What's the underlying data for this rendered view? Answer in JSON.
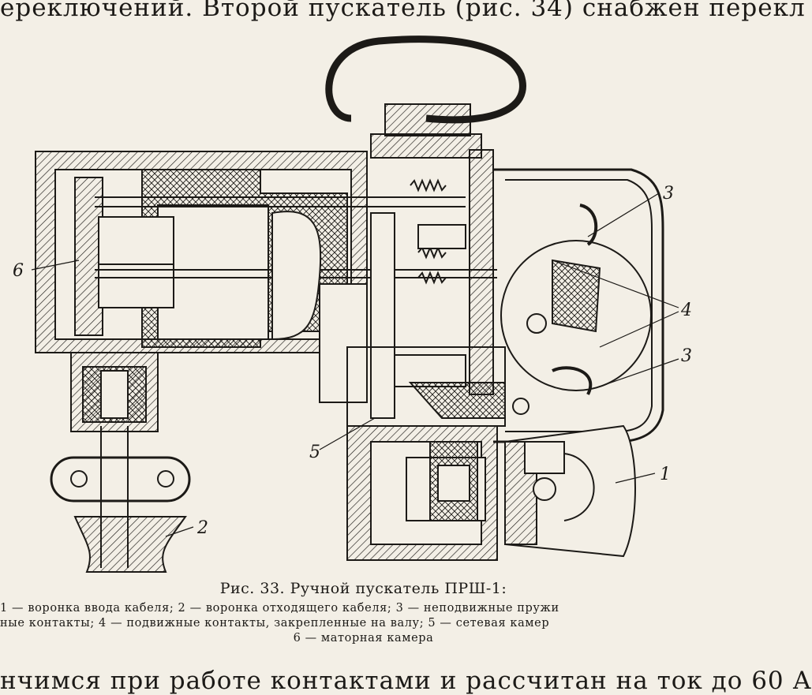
{
  "page": {
    "top_text": "ереключений. Второй пускатель (рис. 34) снабжен перекл",
    "bottom_text": "нчимся при работе контактами и рассчитан на ток до 60 А"
  },
  "figure": {
    "caption": "Рис. 33. Ручной пускатель ПРШ-1:",
    "legend_lines": [
      "1 — воронка ввода кабеля; 2 — воронка отходящего кабеля; 3 — неподвижные пружи",
      "ные контакты; 4 — подвижные контакты, закрепленные на валу; 5 — сетевая камер",
      "6 — маторная камера"
    ],
    "labels": {
      "l1": "1",
      "l2": "2",
      "l3a": "3",
      "l3b": "3",
      "l4": "4",
      "l5": "5",
      "l6": "6"
    }
  }
}
